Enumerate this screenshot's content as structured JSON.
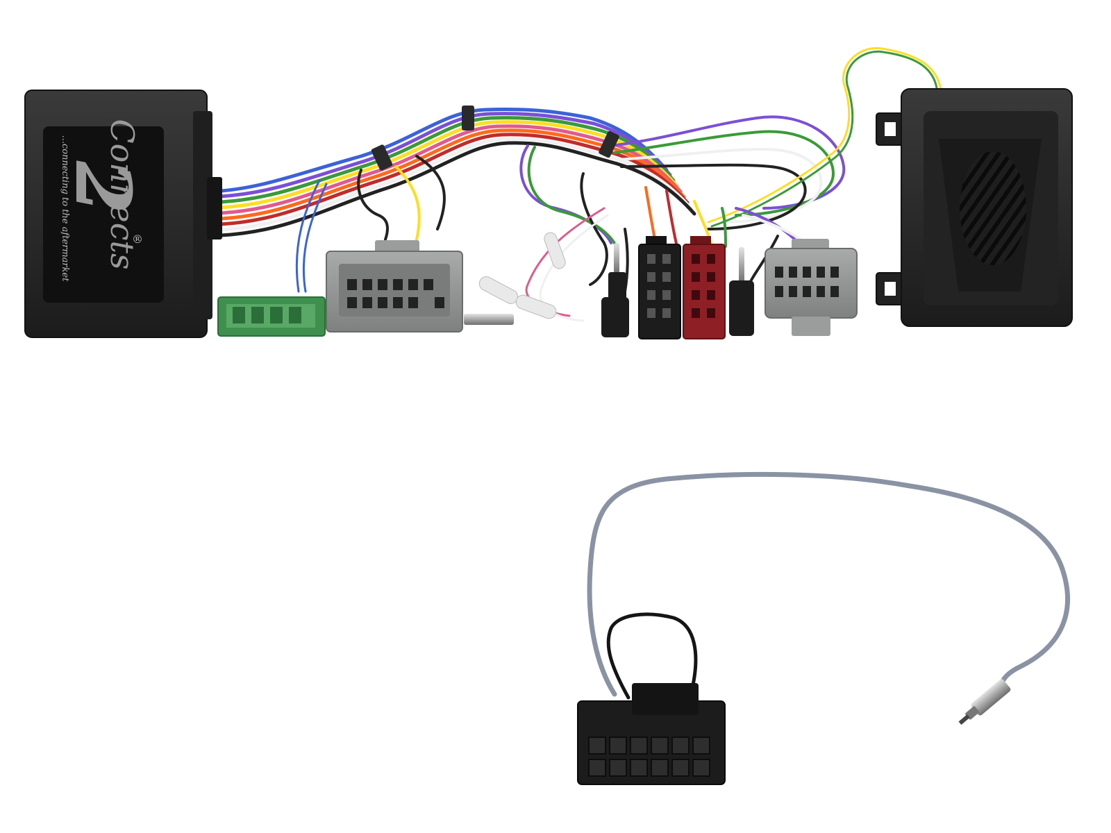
{
  "product": {
    "brand_logo": {
      "text": "Connects",
      "numeral": "2",
      "registered_mark": "®",
      "tagline": "...connecting to the aftermarket"
    }
  },
  "colors": {
    "background": "#ffffff",
    "housing": "#262626",
    "label_panel": "#101010",
    "connector_grey": "#8f9191",
    "connector_green": "#3f8f4f",
    "iso_black": "#1c1c1c",
    "iso_red": "#8e1f24",
    "antenna_cable": "#8a93a4",
    "wire_palette": [
      "#ffdd22",
      "#ff6a1a",
      "#7b4fd6",
      "#3a9a3a",
      "#e05a8f",
      "#222222",
      "#f0f0f0",
      "#3b62d8",
      "#c22b2b"
    ]
  },
  "icons": {
    "interface_box": "interface-box-icon",
    "speaker_box": "speaker-box-icon",
    "jack": "jack-plug-icon",
    "antenna": "antenna-plug-icon"
  }
}
